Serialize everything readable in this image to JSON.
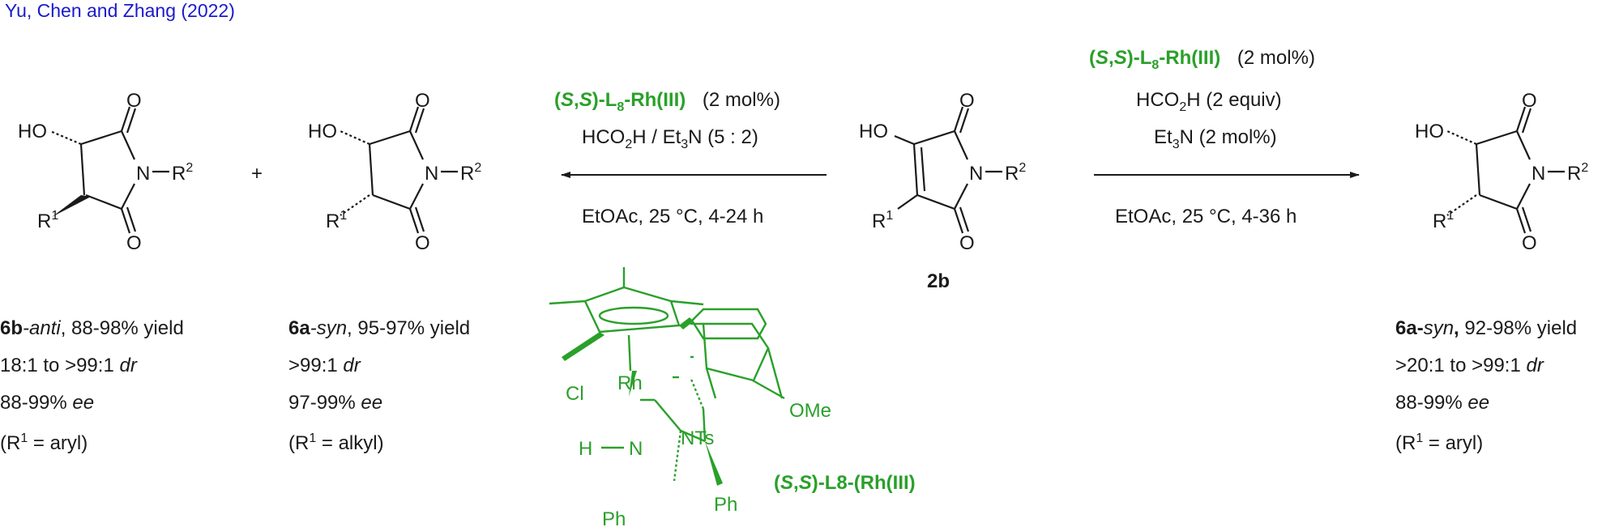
{
  "citation": "Yu, Chen and Zhang (2022)",
  "colors": {
    "citation": "#1a1acc",
    "catalyst": "#2aa02a",
    "ink": "#1a1a1a"
  },
  "atoms": {
    "O": "O",
    "N": "N",
    "HO": "HO",
    "R": "R",
    "sup1": "1",
    "sup2": "2",
    "dash": "–"
  },
  "products": {
    "anti": {
      "id": "6b",
      "label": "-anti",
      "yield": ", 88-98% yield",
      "dr": "18:1 to >99:1 ",
      "dr_unit": "dr",
      "ee": "88-99% ",
      "ee_unit": "ee",
      "r_open": "(R",
      "r_sup": "1",
      "r_close": " = aryl)"
    },
    "syn_left": {
      "id": "6a",
      "label": "-syn",
      "yield": ", 95-97% yield",
      "dr": ">99:1 ",
      "dr_unit": "dr",
      "ee": "97-99% ",
      "ee_unit": "ee",
      "r_open": "(R",
      "r_sup": "1",
      "r_close": " = alkyl)"
    },
    "syn_right": {
      "id": "6a-",
      "label": "syn",
      "sep": ",",
      "yield": " 92-98% yield",
      "dr": ">20:1 to >99:1 ",
      "dr_unit": "dr",
      "ee": "88-99% ",
      "ee_unit": "ee",
      "r_open": "(R",
      "r_sup": "1",
      "r_close": " = aryl)"
    }
  },
  "plus": "+",
  "substrate_label": "2b",
  "conditions_left": {
    "cat_paren1": "(",
    "cat_S1": "S",
    "cat_comma": ",",
    "cat_S2": "S",
    "cat_paren2": ")-L",
    "cat_sub": "8",
    "cat_rest": "-Rh(III)",
    "loading": "(2 mol%)",
    "acid_a": "HCO",
    "acid_sub": "2",
    "acid_b": "H / Et",
    "acid_sub2": "3",
    "acid_c": "N (5 : 2)",
    "solvent": "EtOAc, 25 °C, 4-24 h"
  },
  "conditions_right": {
    "cat_paren1": "(",
    "cat_S1": "S",
    "cat_comma": ",",
    "cat_S2": "S",
    "cat_paren2": ")-L",
    "cat_sub": "8",
    "cat_rest": "-Rh(III)",
    "loading": "(2 mol%)",
    "acid_a": "HCO",
    "acid_sub": "2",
    "acid_b": "H (2 equiv)",
    "base_a": "Et",
    "base_sub": "3",
    "base_b": "N (2 mol%)",
    "solvent": "EtOAc, 25 °C, 4-36 h"
  },
  "catalyst_structure": {
    "rh": "Rh",
    "cl": "Cl",
    "h": "H",
    "n": "N",
    "nts": "NTs",
    "ome": "OMe",
    "ph1": "Ph",
    "ph2": "Ph",
    "name_paren1": "(",
    "name_S1": "S",
    "name_comma": ",",
    "name_S2": "S",
    "name_rest": ")-L8-(Rh(III)"
  }
}
